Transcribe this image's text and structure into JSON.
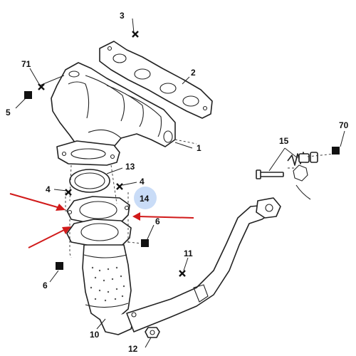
{
  "diagram": {
    "highlight_color": "#c9dcf7",
    "arrow_color": "#d11a1a",
    "labels": {
      "p1": "1",
      "p2": "2",
      "p3": "3",
      "p4_left": "4",
      "p4_right": "4",
      "p5": "5",
      "p6_left": "6",
      "p6_right": "6",
      "p10": "10",
      "p11": "11",
      "p12": "12",
      "p13": "13",
      "p14": "14",
      "p15": "15",
      "p70": "70",
      "p71": "71"
    },
    "icons": {
      "cross_fastener": "cross-icon",
      "square_fastener": "square-icon",
      "pointer_arrow": "arrow-icon"
    }
  }
}
